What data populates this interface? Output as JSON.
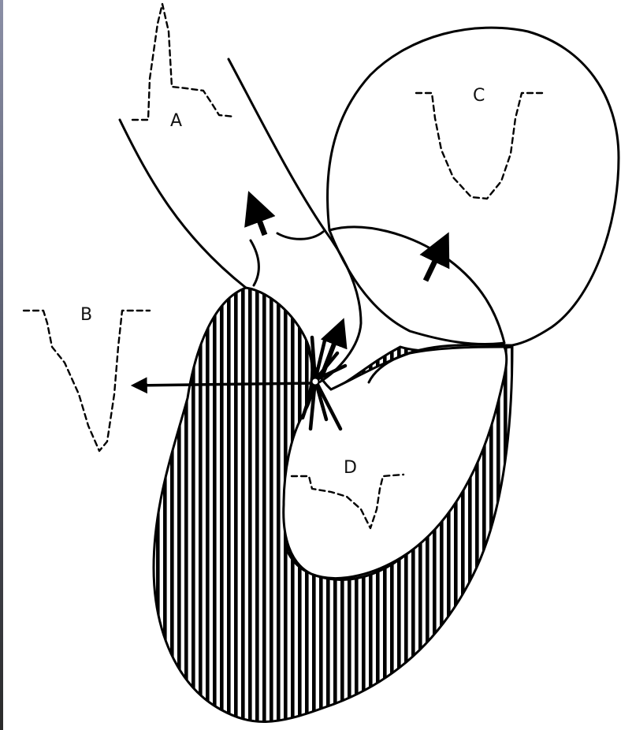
{
  "diagram": {
    "labels": {
      "a": "A",
      "b": "B",
      "c": "C",
      "d": "D"
    },
    "colors": {
      "ink": "#000000",
      "paper": "#ffffff"
    }
  }
}
